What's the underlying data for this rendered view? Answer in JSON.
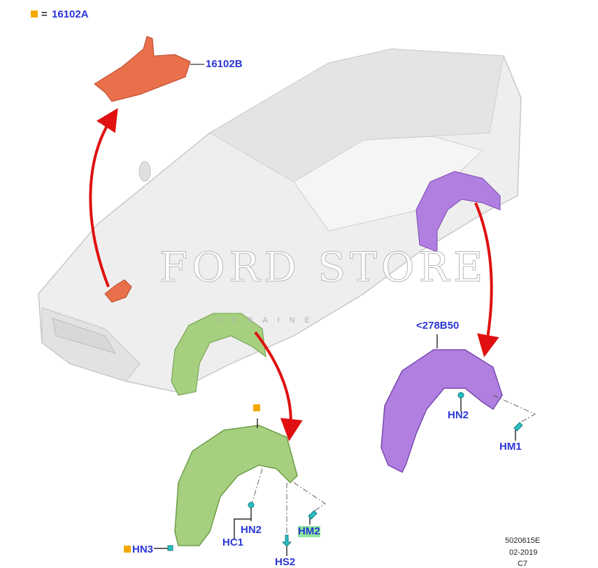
{
  "legend": {
    "equals": "=",
    "part": "16102A",
    "marker_color": "#f5a800"
  },
  "callouts": {
    "shield": "16102B",
    "rear_liner": "<278B50",
    "rear_hn2": "HN2",
    "rear_hm1": "HM1",
    "front_hn2": "HN2",
    "front_hc1": "HC1",
    "front_hm2": "HM2",
    "front_hs2": "HS2",
    "front_hn3": "HN3"
  },
  "watermark": {
    "title": "FORD STORE",
    "subtitle": "UKRAINE"
  },
  "footer": {
    "code": "5020615E",
    "date": "02-2019",
    "section": "C7"
  },
  "colors": {
    "label": "#2b35d6",
    "shield": "#e8704a",
    "front_liner": "#a6d07f",
    "rear_liner": "#b07fe0",
    "arrow": "#e01010",
    "fastener": "#2bbfc4"
  }
}
